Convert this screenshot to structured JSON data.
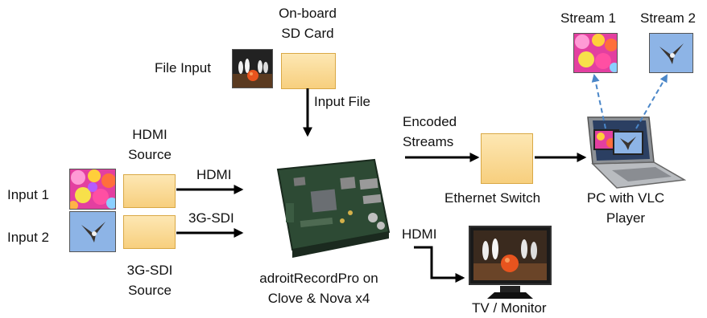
{
  "sd_card": {
    "line1": "On-board",
    "line2": "SD Card"
  },
  "file_input": {
    "label": "File Input"
  },
  "input_file": {
    "label": "Input File"
  },
  "hdmi_source": {
    "line1": "HDMI",
    "line2": "Source"
  },
  "sdi_source": {
    "line1": "3G-SDI",
    "line2": "Source"
  },
  "input1": {
    "label": "Input 1"
  },
  "input2": {
    "label": "Input 2"
  },
  "arrows": {
    "hdmi": "HDMI",
    "sdi": "3G-SDI",
    "hdmi_out": "HDMI"
  },
  "board": {
    "line1": "adroitRecordPro on",
    "line2": "Clove & Nova x4"
  },
  "encoded": {
    "line1": "Encoded",
    "line2": "Streams"
  },
  "switch": {
    "label": "Ethernet Switch"
  },
  "pc": {
    "line1": "PC with VLC",
    "line2": "Player"
  },
  "stream1": {
    "label": "Stream 1"
  },
  "stream2": {
    "label": "Stream 2"
  },
  "tv": {
    "label": "TV / Monitor"
  },
  "colors": {
    "box_fill": "#f9d98f",
    "box_border": "#d9a845",
    "stream_arrow": "#4a86c8"
  }
}
